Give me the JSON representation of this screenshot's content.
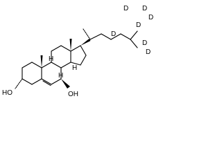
{
  "structure": {
    "labels": {
      "ho_left": "HO",
      "oh_right": "OH",
      "d1": "D",
      "d2": "D",
      "d3": "D",
      "d4": "D",
      "d5": "D",
      "d6": "D",
      "d7": "D"
    },
    "stereo_h": {
      "h8": "H",
      "h9": "H",
      "h14": "H"
    }
  }
}
